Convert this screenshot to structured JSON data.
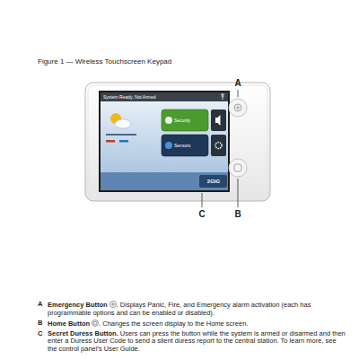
{
  "diagram": {
    "title": "Figure 1 — Wireless Touchscreen Keypad",
    "labels": [
      "A",
      "System Ready, Not Armed",
      "Security",
      "Sensors",
      "2GIG",
      "B",
      "C",
      "A",
      "Emergency Button",
      ". Displays Panic, Fire, and Emergency alarm activation (each has programmable options and can be enabled or disabled).",
      "B",
      "Home Button",
      ". Changes the screen display to the Home screen.",
      "C",
      "Secret Duress Button.",
      "Users can press the button while the system is armed or disarmed and then enter a Duress User Code to send a silent duress report to the central station. To learn more, see the control panel’s User Guide."
    ]
  }
}
